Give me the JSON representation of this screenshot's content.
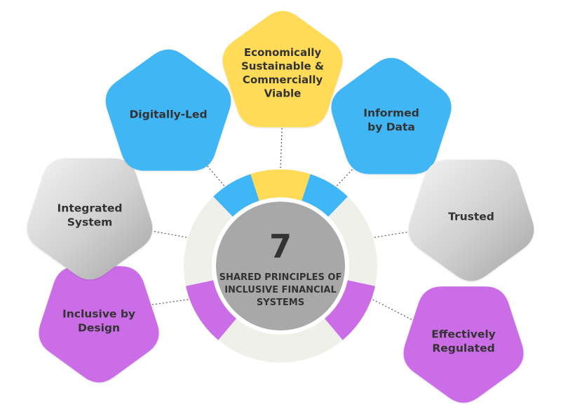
{
  "center": {
    "number": "7",
    "caption_lines": [
      "SHARED PRINCIPLES OF",
      "INCLUSIVE FINANCIAL",
      "SYSTEMS"
    ]
  },
  "principles": [
    {
      "id": "inclusive-by-design",
      "lines": [
        "Inclusive by",
        "Design"
      ],
      "color": "#cc6de8",
      "ring_segment": true
    },
    {
      "id": "integrated-system",
      "lines": [
        "Integrated",
        "System"
      ],
      "color": "#bdbdbd",
      "ring_segment": false
    },
    {
      "id": "digitally-led",
      "lines": [
        "Digitally-Led"
      ],
      "color": "#3fb6f5",
      "ring_segment": true
    },
    {
      "id": "economically-sustainable",
      "lines": [
        "Economically",
        "Sustainable &",
        "Commercially",
        "Viable"
      ],
      "color": "#ffdb58",
      "ring_segment": true
    },
    {
      "id": "informed-by-data",
      "lines": [
        "Informed",
        "by Data"
      ],
      "color": "#3fb6f5",
      "ring_segment": true
    },
    {
      "id": "trusted",
      "lines": [
        "Trusted"
      ],
      "color": "#bdbdbd",
      "ring_segment": false
    },
    {
      "id": "effectively-regulated",
      "lines": [
        "Effectively",
        "Regulated"
      ],
      "color": "#cc6de8",
      "ring_segment": true
    }
  ],
  "colors": {
    "center_fill": "#a8a8a8",
    "ring_base": "#f0f0ea",
    "text": "#333333",
    "connector": "#555555"
  }
}
